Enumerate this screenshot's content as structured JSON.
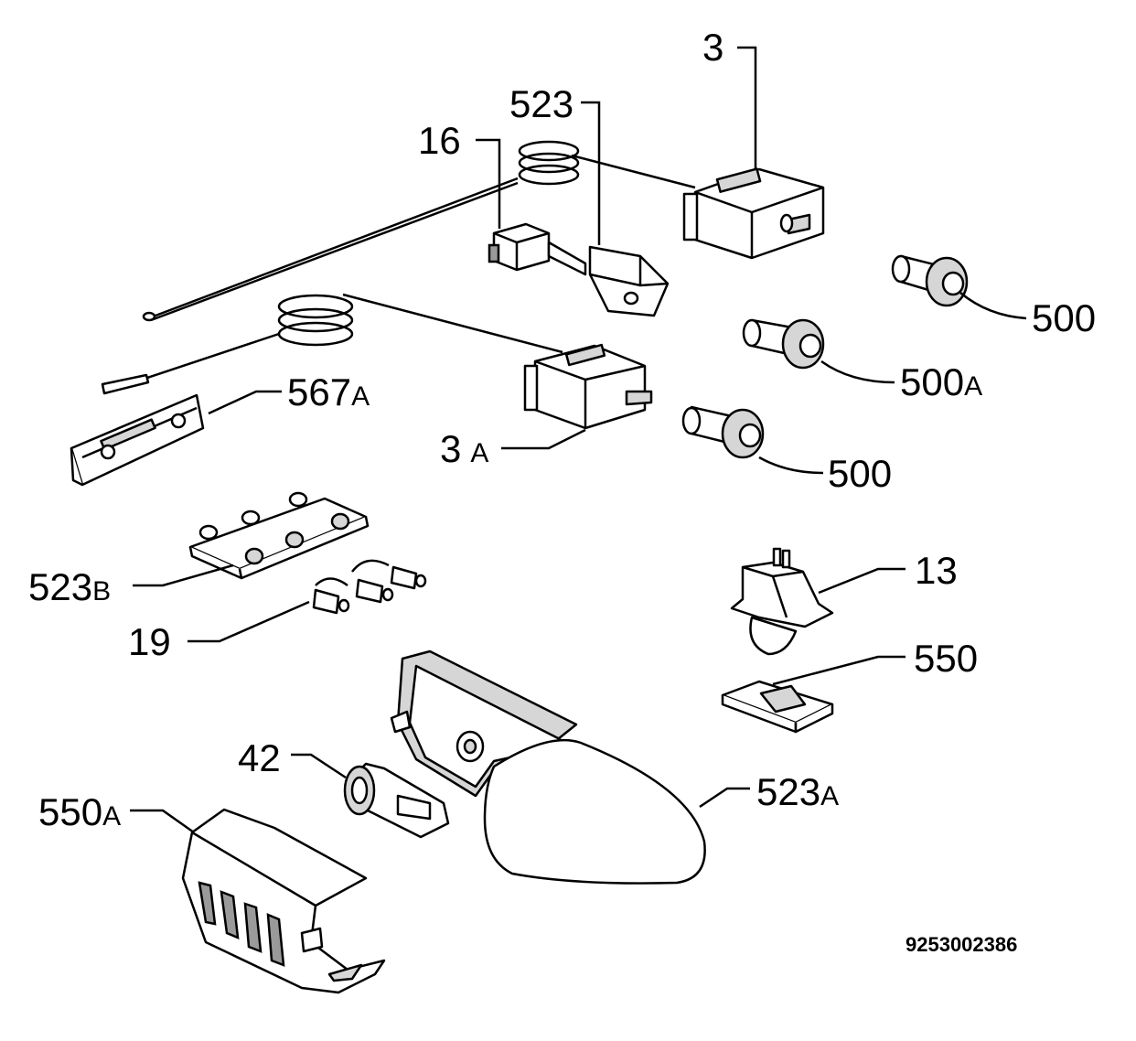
{
  "labels": {
    "l3": "3",
    "l523": "523",
    "l16": "16",
    "l500a": "500",
    "l500A_num": "500",
    "l500A_suf": "A",
    "l500b": "500",
    "l567A_num": "567",
    "l567A_suf": "A",
    "l3A_num": "3",
    "l3A_suf": "A",
    "l523B_num": "523",
    "l523B_suf": "B",
    "l19": "19",
    "l13": "13",
    "l550": "550",
    "l42": "42",
    "l523A_num": "523",
    "l523A_suf": "A",
    "l550A_num": "550",
    "l550A_suf": "A"
  },
  "document_number": "9253002386"
}
